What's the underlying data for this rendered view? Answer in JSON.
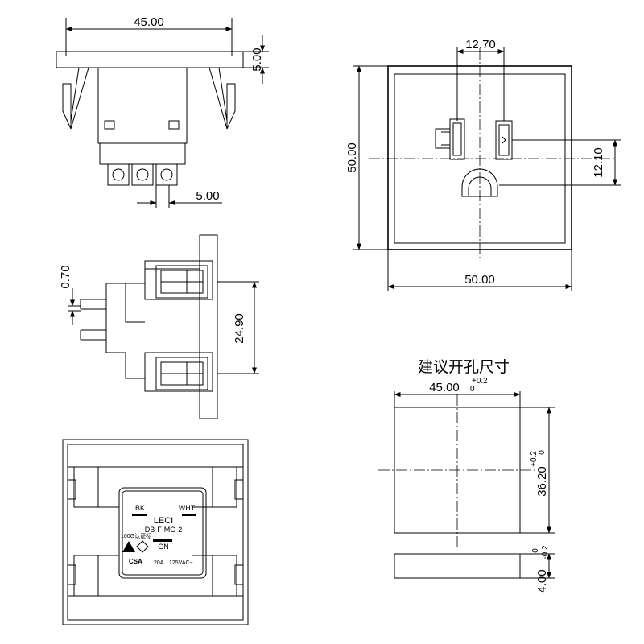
{
  "views": {
    "top": {
      "width_label": "45.00",
      "flange_label": "5.00",
      "pin_pitch_label": "5.00"
    },
    "front": {
      "hole_spacing_label": "12.70",
      "outer_width_label": "50.00",
      "outer_height_label": "50.00",
      "offset_label": "12.10"
    },
    "side": {
      "pin_thickness_label": "0.70",
      "clip_spacing_label": "24.90"
    },
    "back": {
      "label_bk": "BK",
      "label_wht": "WHT",
      "brand": "LECI",
      "model": "DB-F-MG-2",
      "cert_text": "100G认证标",
      "label_gn": "GN",
      "rating_current": "20A",
      "rating_voltage": "125VAC~",
      "mark_csa": "CSA"
    },
    "cutout": {
      "title": "建议开孔尺寸",
      "width_label": "45.00",
      "width_tol_upper": "+0.2",
      "width_tol_lower": "0",
      "height_label": "36.20",
      "height_tol_upper": "+0.2",
      "height_tol_lower": "0",
      "thickness_label": "4.00",
      "thickness_tol_upper": "-0.2",
      "thickness_tol_lower": "0"
    }
  }
}
